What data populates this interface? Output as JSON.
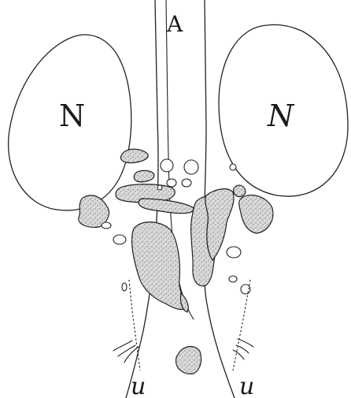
{
  "labels": {
    "axis": "A",
    "nucleus_left": "N",
    "nucleus_right": "N",
    "u_left": "u",
    "u_right": "u"
  },
  "colors": {
    "ink": "#222222",
    "stipple_fill": "#d9d9d9",
    "background": "#ffffff"
  }
}
